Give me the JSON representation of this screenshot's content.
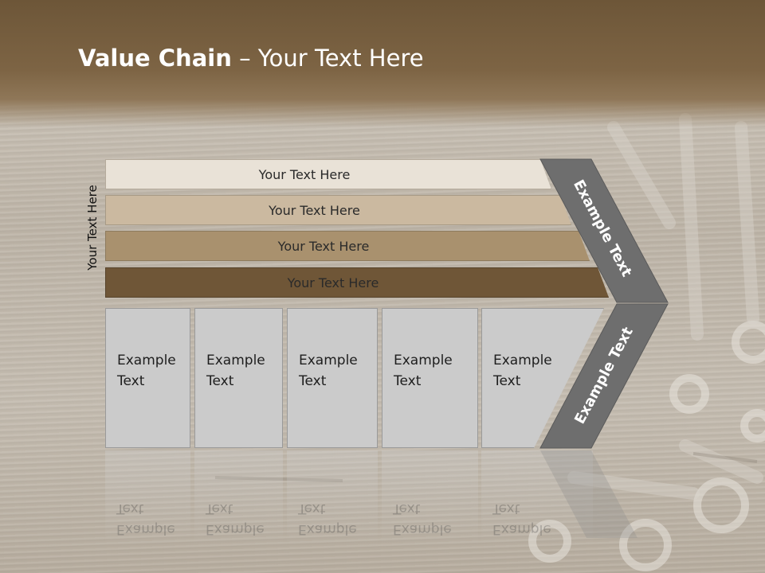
{
  "title": {
    "bold": "Value Chain",
    "rest": " – Your Text Here"
  },
  "vertical_label": "Your Text Here",
  "bars": [
    "Your Text Here",
    "Your Text Here",
    "Your Text Here",
    "Your Text Here"
  ],
  "boxes": [
    {
      "line1": "Example",
      "line2": "Text"
    },
    {
      "line1": "Example",
      "line2": "Text"
    },
    {
      "line1": "Example",
      "line2": "Text"
    },
    {
      "line1": "Example",
      "line2": "Text"
    },
    {
      "line1": "Example",
      "line2": "Text"
    }
  ],
  "chevron": {
    "top_text": "Example Text",
    "bottom_text": "Example Text"
  },
  "colors": {
    "bar1": "#e9e2d7",
    "bar2": "#cbb9a0",
    "bar3": "#a9916e",
    "bar4": "#6f5637",
    "chevron": "#6e6e6e",
    "box": "#cbcbcb"
  }
}
